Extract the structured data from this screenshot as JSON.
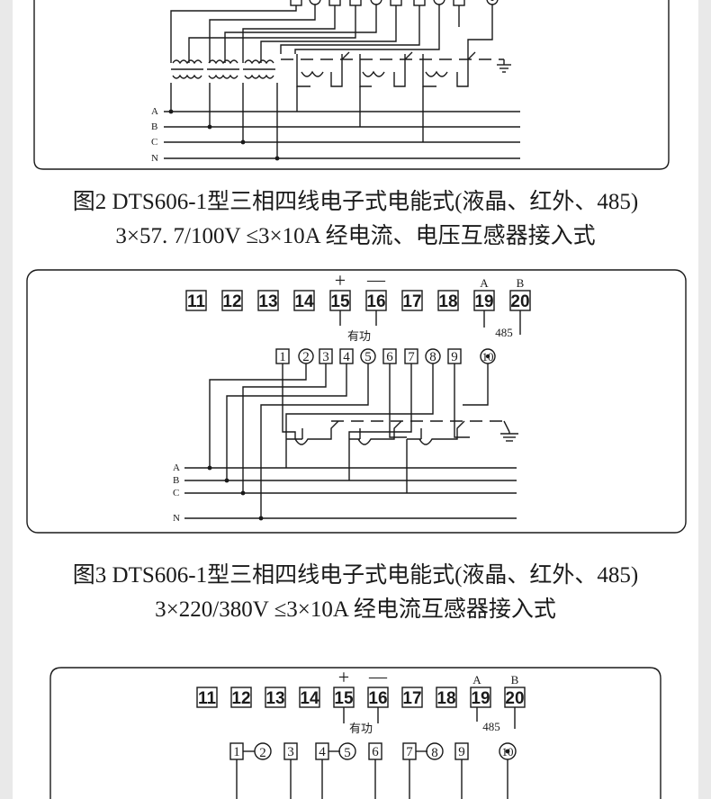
{
  "captions": {
    "fig2_line1": "图2 DTS606-1型三相四线电子式电能式(液晶、红外、485)",
    "fig2_line2": "3×57. 7/100V  ≤3×10A  经电流、电压互感器接入式",
    "fig3_line1": "图3 DTS606-1型三相四线电子式电能式(液晶、红外、485)",
    "fig3_line2": "3×220/380V  ≤3×10A  经电流互感器接入式"
  },
  "terminals_top": [
    "11",
    "12",
    "13",
    "14",
    "15",
    "16",
    "17",
    "18",
    "19",
    "20"
  ],
  "terminals_bottom": [
    "1",
    "2",
    "3",
    "4",
    "5",
    "6",
    "7",
    "8",
    "9",
    "10"
  ],
  "signals": {
    "plus": "+",
    "minus": "—",
    "active_energy": "有功",
    "port_485": "485",
    "bus_a": "A",
    "bus_b": "B"
  },
  "phases": [
    "A",
    "B",
    "C",
    "N"
  ]
}
